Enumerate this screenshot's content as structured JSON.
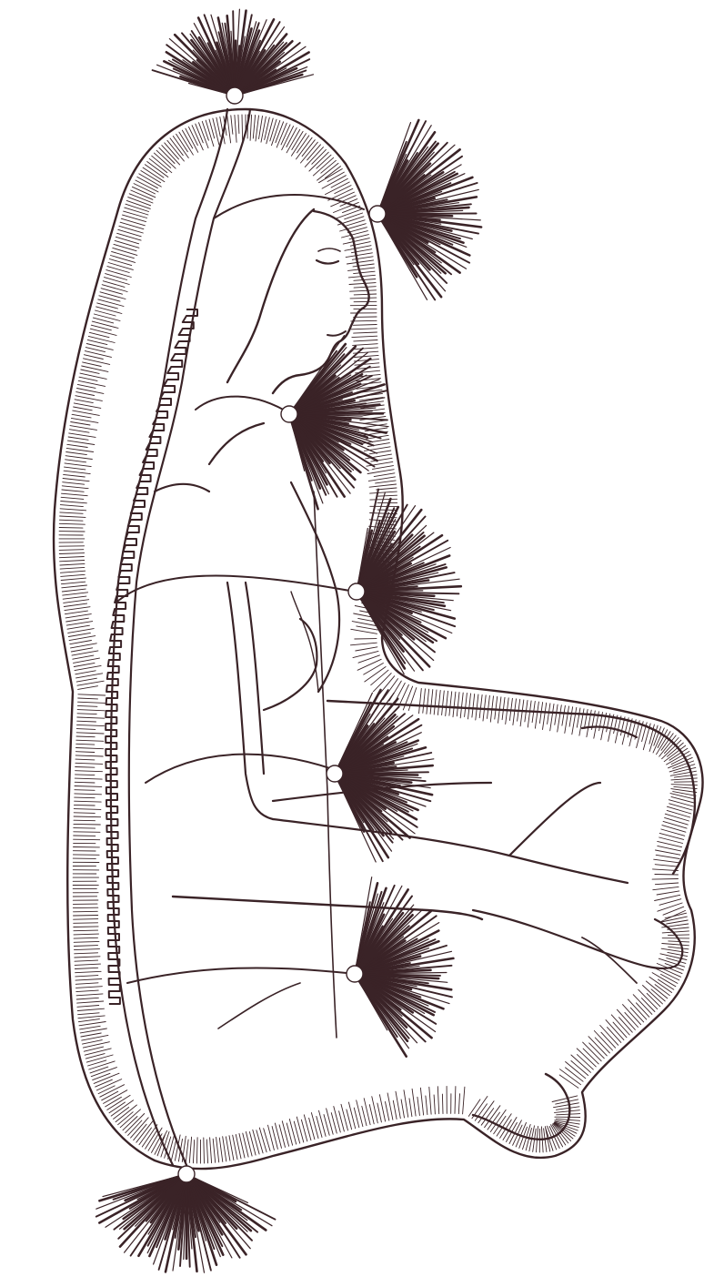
{
  "illustration": {
    "ink_color": "#3a2327",
    "background_color": "#ffffff",
    "chakra_bursts": [
      "crown",
      "brow",
      "throat",
      "heart",
      "solar-plexus",
      "sacral",
      "root"
    ]
  }
}
